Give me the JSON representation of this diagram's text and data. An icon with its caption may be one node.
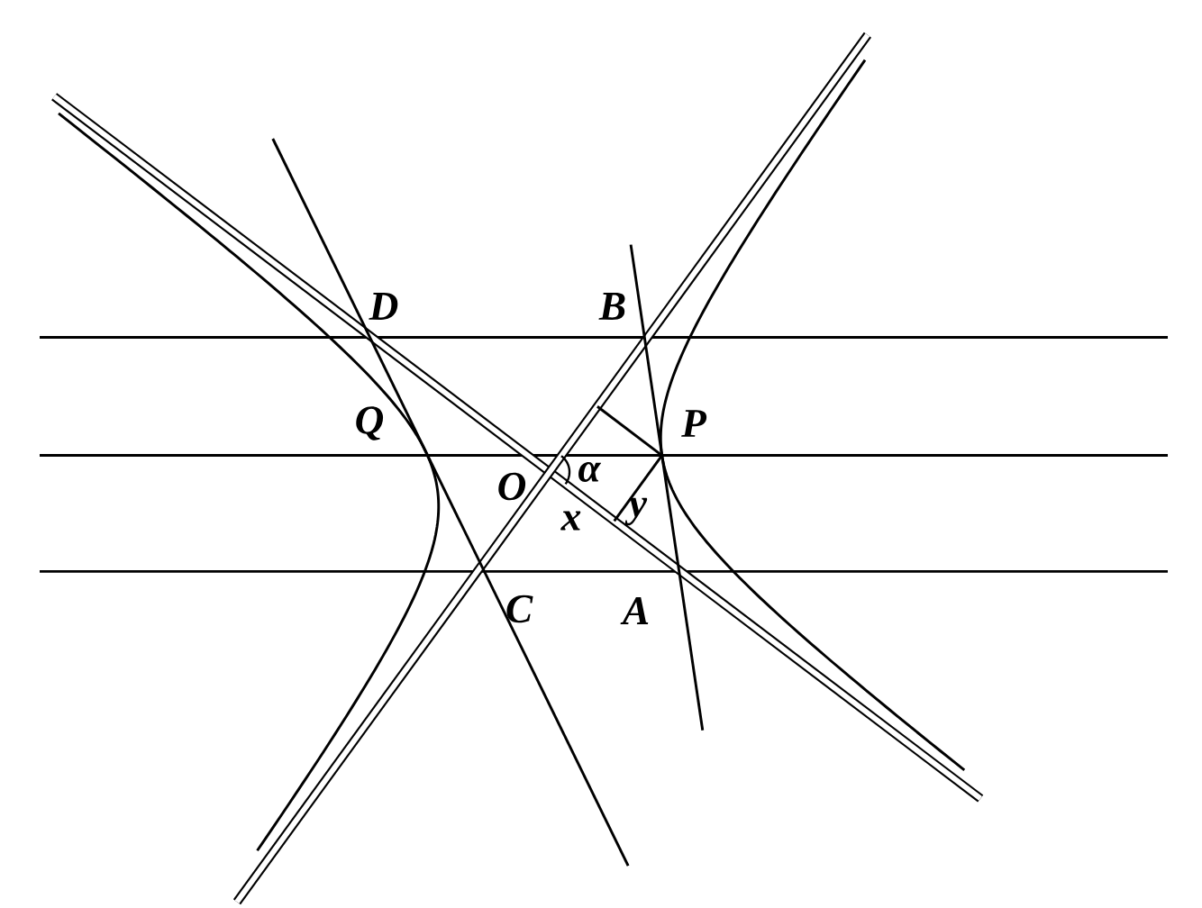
{
  "diagram": {
    "labels": [
      "D",
      "B",
      "Q",
      "P",
      "O",
      "α",
      "x",
      "y",
      "C",
      "A"
    ]
  }
}
